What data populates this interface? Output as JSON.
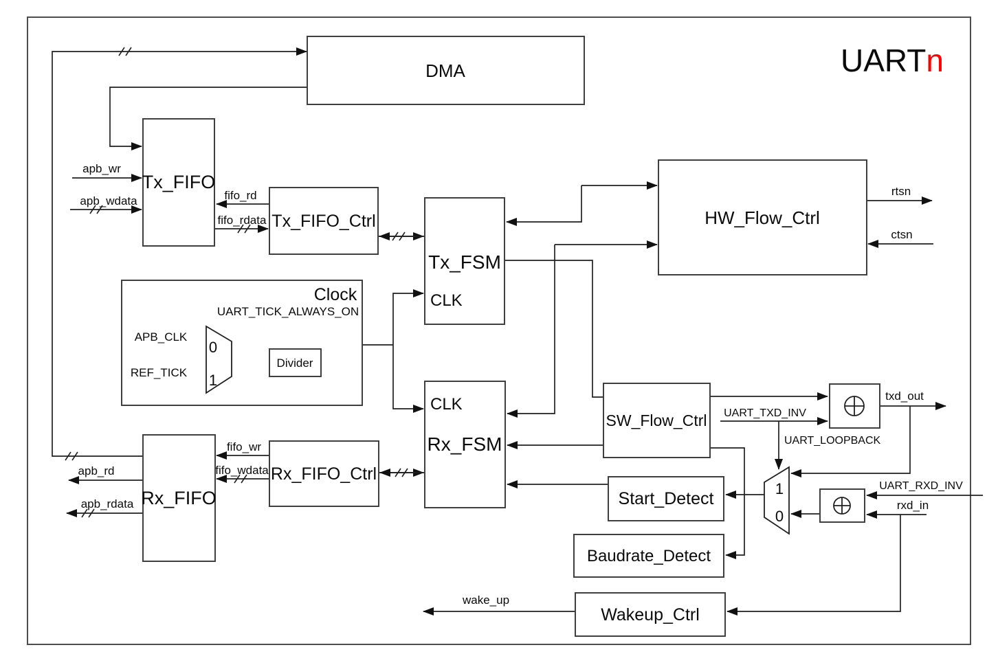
{
  "title": {
    "prefix": "UART",
    "suffix": "n"
  },
  "colors": {
    "accent_red": "#ff0000",
    "wire": "#1f1f1f",
    "box_stroke": "#3f3f3f",
    "background": "#ffffff"
  },
  "blocks": {
    "dma": "DMA",
    "tx_fifo": "Tx_FIFO",
    "tx_fifo_ctrl": "Tx_FIFO_Ctrl",
    "tx_fsm": "Tx_FSM",
    "clk": "CLK",
    "hw_flow_ctrl": "HW_Flow_Ctrl",
    "clock": "Clock",
    "divider": "Divider",
    "rx_fsm": "Rx_FSM",
    "sw_flow_ctrl": "SW_Flow_Ctrl",
    "rx_fifo": "Rx_FIFO",
    "rx_fifo_ctrl": "Rx_FIFO_Ctrl",
    "start_detect": "Start_Detect",
    "baudrate_detect": "Baudrate_Detect",
    "wakeup_ctrl": "Wakeup_Ctrl"
  },
  "mux": {
    "zero": "0",
    "one": "1"
  },
  "signals": {
    "apb_wr": "apb_wr",
    "apb_wdata": "apb_wdata",
    "fifo_rd": "fifo_rd",
    "fifo_rdata": "fifo_rdata",
    "uart_tick_always_on": "UART_TICK_ALWAYS_ON",
    "apb_clk": "APB_CLK",
    "ref_tick": "REF_TICK",
    "rtsn": "rtsn",
    "ctsn": "ctsn",
    "fifo_wr": "fifo_wr",
    "fifo_wdata": "fifo_wdata",
    "apb_rd": "apb_rd",
    "apb_rdata": "apb_rdata",
    "uart_txd_inv": "UART_TXD_INV",
    "uart_loopback": "UART_LOOPBACK",
    "txd_out": "txd_out",
    "uart_rxd_inv": "UART_RXD_INV",
    "rxd_in": "rxd_in",
    "wake_up": "wake_up"
  }
}
